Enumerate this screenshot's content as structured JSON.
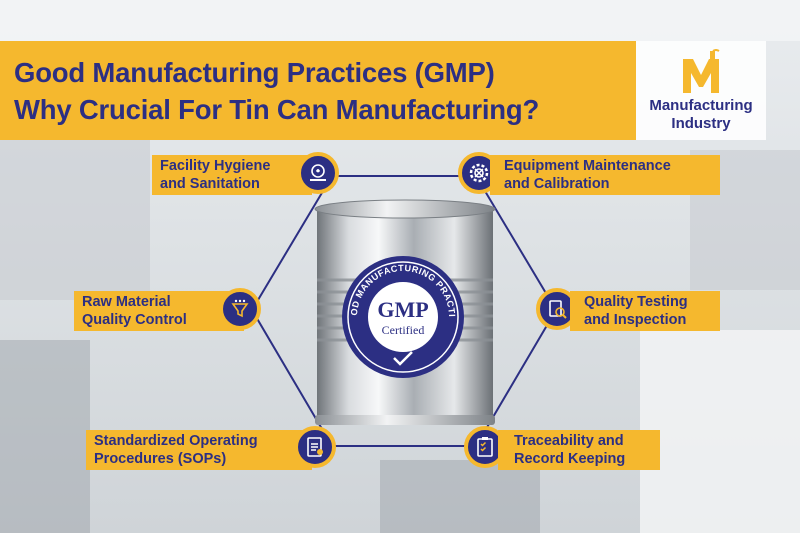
{
  "title": {
    "line1": "Good Manufacturing Practices (GMP)",
    "line2": "Why Crucial For Tin Can Manufacturing?"
  },
  "logo": {
    "line1": "Manufacturing",
    "line2": "Industry"
  },
  "seal": {
    "label": "GMP",
    "sub": "Certified",
    "ring_text": "GOOD MANUFACTURING PRACTICE"
  },
  "items": [
    {
      "line1": "Facility Hygiene",
      "line2": "and Sanitation",
      "icon": "hygiene-icon"
    },
    {
      "line1": "Equipment Maintenance",
      "line2": "and Calibration",
      "icon": "gear-tools-icon"
    },
    {
      "line1": "Raw Material",
      "line2": "Quality Control",
      "icon": "funnel-icon"
    },
    {
      "line1": "Quality Testing",
      "line2": "and Inspection",
      "icon": "inspection-icon"
    },
    {
      "line1": "Standardized Operating",
      "line2": "Procedures (SOPs)",
      "icon": "sop-document-icon"
    },
    {
      "line1": "Traceability and",
      "line2": "Record Keeping",
      "icon": "checklist-icon"
    }
  ],
  "colors": {
    "accent": "#f5b82e",
    "navy": "#2c2f83"
  }
}
